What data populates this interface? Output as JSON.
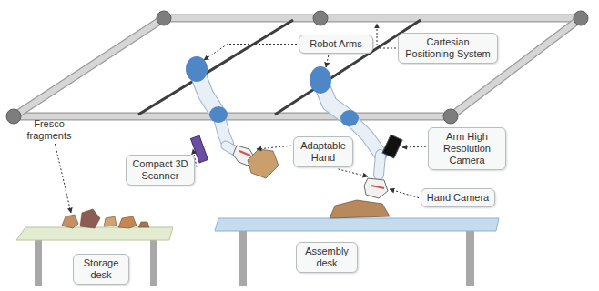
{
  "diagram": {
    "nodes": [
      {
        "text": [
          "Robot Arms"
        ]
      },
      {
        "text": [
          "Cartesian Positioning System"
        ]
      },
      {
        "text": [
          "Adaptable Hand"
        ]
      },
      {
        "text": [
          "Compact 3D Scanner"
        ]
      },
      {
        "text": [
          "Arm High Resolution Camera"
        ]
      },
      {
        "text": [
          "Hand Camera"
        ]
      },
      {
        "text": [
          "Storage desk"
        ]
      },
      {
        "text": [
          "Assembly desk"
        ]
      }
    ],
    "labels": [
      "Fresco fragments"
    ]
  }
}
